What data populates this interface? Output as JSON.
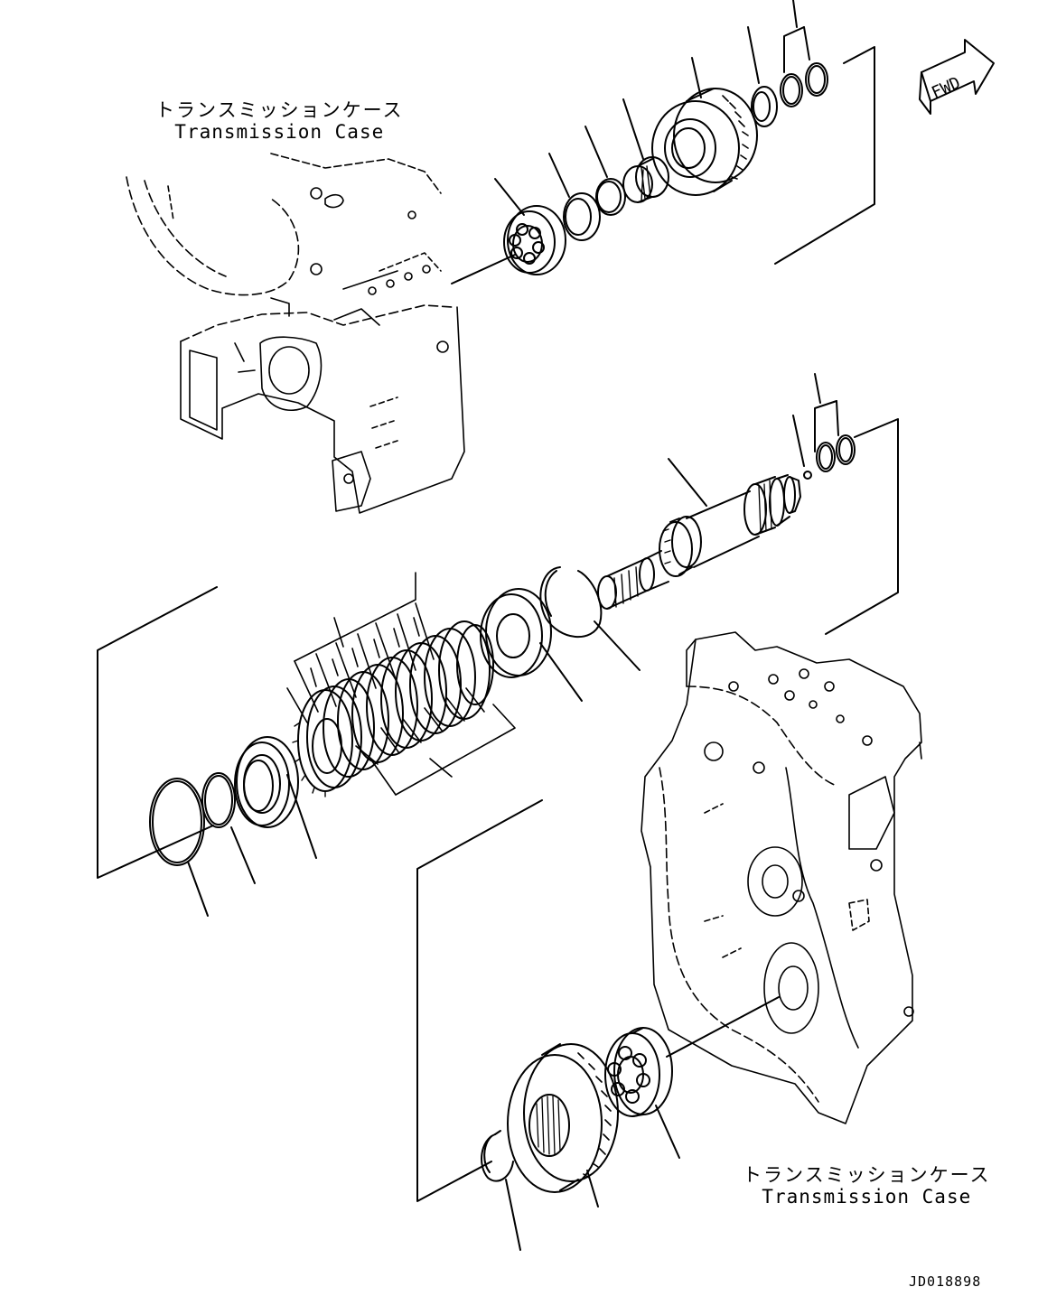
{
  "labels": {
    "top_case_jp": "トランスミッションケース",
    "top_case_en": "Transmission Case",
    "bottom_case_jp": "トランスミッションケース",
    "bottom_case_en": "Transmission Case"
  },
  "fwd_arrow": "FWD",
  "drawing_id": "JD018898"
}
